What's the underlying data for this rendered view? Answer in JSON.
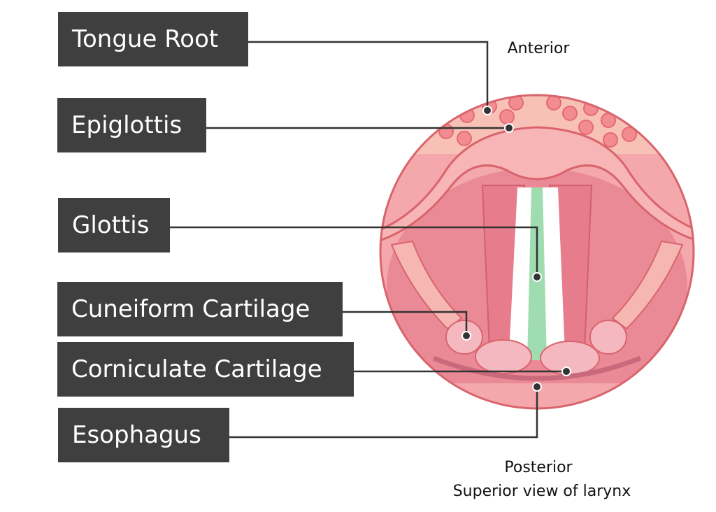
{
  "labels": {
    "tongue_root": "Tongue Root",
    "epiglottis": "Epiglottis",
    "glottis": "Glottis",
    "cuneiform": "Cuneiform Cartilage",
    "corniculate": "Corniculate Cartilage",
    "esophagus": "Esophagus"
  },
  "captions": {
    "anterior": "Anterior",
    "posterior": "Posterior",
    "view": "Superior view of larynx"
  },
  "colors": {
    "label_bg": "#3f3f3f",
    "label_text": "#ffffff",
    "leader_line": "#333333",
    "tissue_outer": "#f2a3a6",
    "tissue_border": "#d9646c",
    "glottis_green": "#9fdcb0"
  }
}
